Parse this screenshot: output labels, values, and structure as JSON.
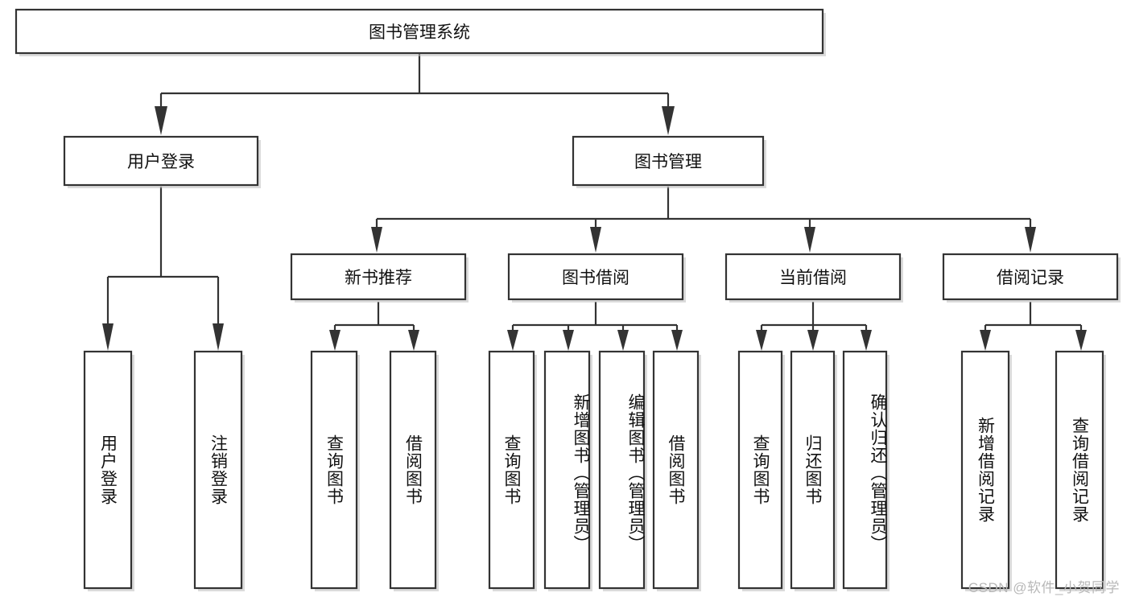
{
  "diagram": {
    "title": "图书管理系统",
    "type": "tree-hierarchy",
    "root": {
      "label": "图书管理系统"
    },
    "level2": [
      {
        "label": "用户登录"
      },
      {
        "label": "图书管理"
      }
    ],
    "level3": [
      {
        "label": "新书推荐"
      },
      {
        "label": "图书借阅"
      },
      {
        "label": "当前借阅"
      },
      {
        "label": "借阅记录"
      }
    ],
    "leaves": {
      "user_login": [
        {
          "label": "用户登录"
        },
        {
          "label": "注销登录"
        }
      ],
      "new_book_recommend": [
        {
          "label": "查询图书"
        },
        {
          "label": "借阅图书"
        }
      ],
      "book_borrow": [
        {
          "label": "查询图书"
        },
        {
          "label": "新增图书（管理员）"
        },
        {
          "label": "编辑图书（管理员）"
        },
        {
          "label": "借阅图书"
        }
      ],
      "current_borrow": [
        {
          "label": "查询图书"
        },
        {
          "label": "归还图书"
        },
        {
          "label": "确认归还（管理员）"
        }
      ],
      "borrow_record": [
        {
          "label": "新增借阅记录"
        },
        {
          "label": "查询借阅记录"
        }
      ]
    }
  },
  "watermark": {
    "text": "CSDN @软件_小贺同学"
  },
  "colors": {
    "box_border": "#333333",
    "box_fill": "#ffffff",
    "connector": "#333333",
    "text": "#111111",
    "watermark": "#b8b8b8",
    "background": "#ffffff"
  }
}
